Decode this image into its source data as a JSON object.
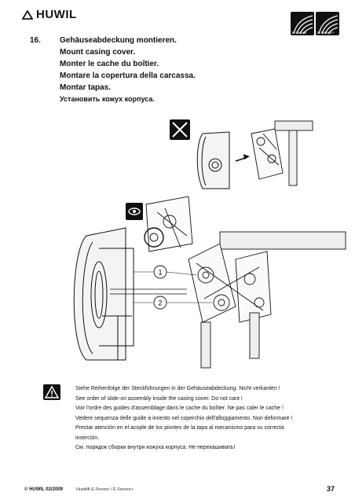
{
  "header": {
    "brand": "HUWIL",
    "badges": [
      {
        "label": "E-Sensor"
      },
      {
        "label": "E-Sensor+"
      }
    ]
  },
  "step": {
    "number": "16.",
    "titles": [
      "Gehäuseabdeckung montieren.",
      "Mount casing cover.",
      "Monter le cache du boîtier.",
      "Montare la copertura della carcassa.",
      "Montar tapas.",
      "Установить кожух корпуса."
    ]
  },
  "figure": {
    "callouts": [
      "1",
      "2"
    ]
  },
  "note": {
    "lines": [
      "Siehe Reihenfolge der Steckführungen in der Gehäuseabdeckung. Nicht verkanten !",
      "See order of slide-on assembly inside the casing cover. Do not cant !",
      "Voir l'ordre des guides d'assemblage dans le cache du boîtier. Ne pas caler le cache !",
      "Vedere sequenza delle guide a innesto nel coperchio dell'alloggiamento. Non deformare !",
      "Prestar atención en el acople de los pivotes de la tapa al mecanismo para su correcta",
      "inserción.",
      "См. порядок сборки внутри кожуха корпуса. Не перекашивать!"
    ]
  },
  "footer": {
    "left": "© HUWIL 02/2009",
    "middle": "Huwilift E-Sensor / E-Sensor+",
    "page": "37"
  }
}
